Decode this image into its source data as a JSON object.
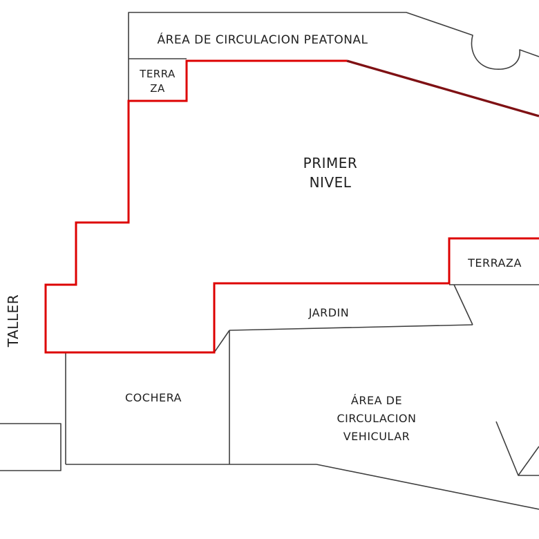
{
  "diagram": {
    "type": "architectural-floor-plan",
    "labels": {
      "pedestrian": {
        "text": "ÁREA DE CIRCULACION PEATONAL"
      },
      "terraza_top": {
        "line1": "TERRA",
        "line2": "ZA"
      },
      "primer_nivel": {
        "line1": "PRIMER",
        "line2": "NIVEL"
      },
      "terraza_right": {
        "text": "TERRAZA"
      },
      "jardin": {
        "text": "JARDIN"
      },
      "taller": {
        "text": "TALLER"
      },
      "cochera": {
        "text": "COCHERA"
      },
      "vehicular": {
        "line1": "ÁREA DE",
        "line2": "CIRCULACION",
        "line3": "VEHICULAR"
      }
    },
    "colors": {
      "primary_outline": "#dd0000",
      "secondary_outline": "#7f1114",
      "wall": "#3f3f3f",
      "text": "#1f1f1f"
    }
  }
}
